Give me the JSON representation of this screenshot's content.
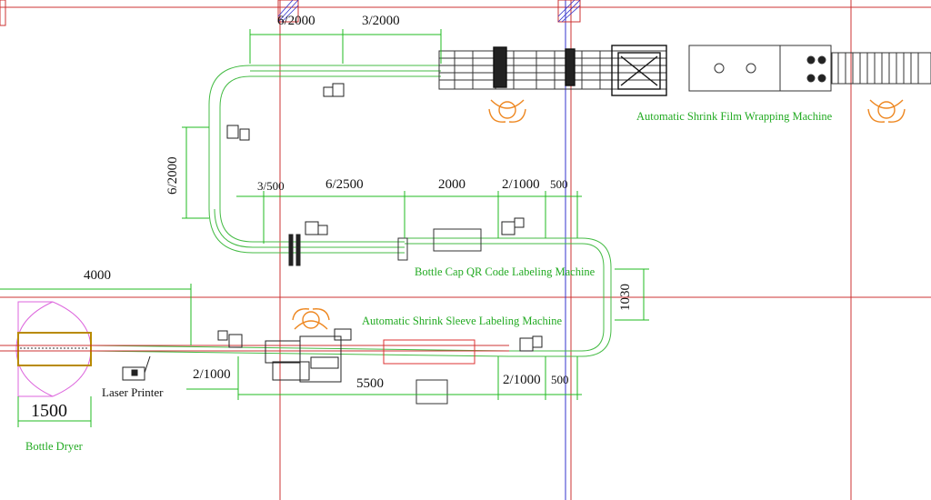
{
  "colors": {
    "grid_red": "#cc3333",
    "grid_blue": "#3333cc",
    "dim_green": "#22bb22",
    "conveyor": "#44bb44",
    "machine": "#333333",
    "operator": "#ee8822",
    "dryer": "#dd66dd",
    "sleeve_box": "#dd3333"
  },
  "dimensions": {
    "top_6_2000": "6/2000",
    "top_3_2000": "3/2000",
    "left_6_2000": "6/2000",
    "mid_3_500": "3/500",
    "mid_6_2500": "6/2500",
    "mid_2000": "2000",
    "mid_2_1000": "2/1000",
    "mid_500": "500",
    "right_1030": "1030",
    "d_4000": "4000",
    "d_2_1000_left": "2/1000",
    "d_5500": "5500",
    "d_2_1000_right": "2/1000",
    "d_500_bottom": "500",
    "d_1500": "1500"
  },
  "labels": {
    "shrink_film": "Automatic Shrink Film Wrapping Machine",
    "qr_label": "Bottle Cap QR Code Labeling Machine",
    "shrink_sleeve": "Automatic Shrink Sleeve Labeling Machine",
    "laser_printer": "Laser Printer",
    "bottle_dryer": "Bottle Dryer"
  },
  "icons": {
    "operator": "operator-icon",
    "motor": "motor-icon"
  }
}
